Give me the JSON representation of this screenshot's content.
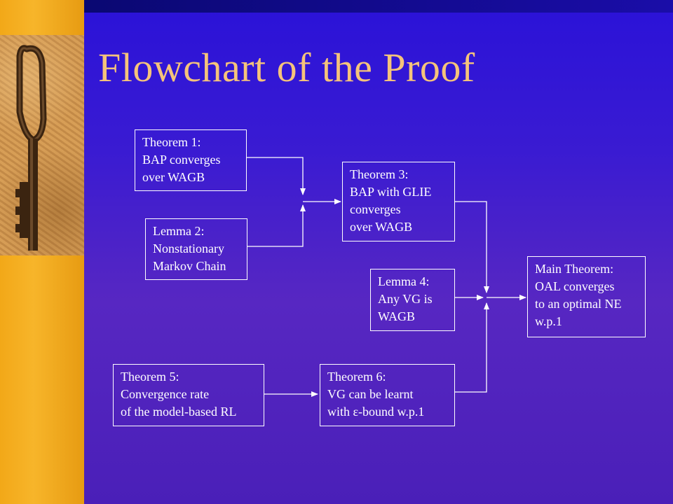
{
  "slide": {
    "title": "Flowchart of the Proof"
  },
  "boxes": {
    "theorem1": [
      "Theorem 1:",
      "BAP converges",
      "over WAGB"
    ],
    "lemma2": [
      "Lemma  2:",
      "Nonstationary",
      "Markov Chain"
    ],
    "theorem3": [
      "Theorem 3:",
      "BAP with GLIE",
      "converges",
      "over WAGB"
    ],
    "lemma4": [
      "Lemma  4:",
      "Any VG is",
      "WAGB"
    ],
    "main_theorem": [
      "Main Theorem:",
      "OAL converges",
      "to an optimal NE",
      "w.p.1"
    ],
    "theorem5": [
      "Theorem 5:",
      "Convergence rate",
      "of the model-based RL"
    ],
    "theorem6": [
      "Theorem 6:",
      "VG can be learnt",
      "with ε-bound w.p.1"
    ]
  },
  "colors": {
    "title": "#f5c37b",
    "box_border": "#ffffff",
    "background": "#3a1bd2",
    "left_panel": "#f2a818"
  },
  "icons": {
    "photo": "antique-key-icon"
  }
}
